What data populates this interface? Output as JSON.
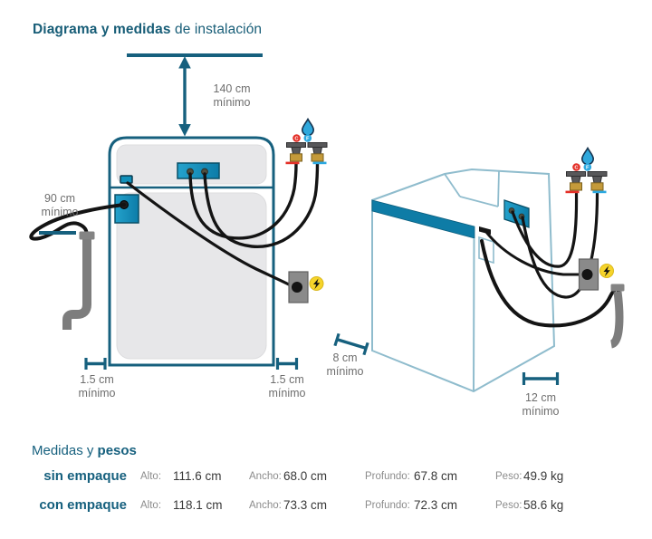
{
  "title": {
    "bold": "Diagrama y medidas",
    "regular": " de instalación"
  },
  "clearances": {
    "top": {
      "value": "140 cm",
      "qualifier": "mínimo"
    },
    "left": {
      "value": "90 cm",
      "qualifier": "mínimo"
    },
    "bottom_left": {
      "value": "1.5 cm",
      "qualifier": "mínimo"
    },
    "bottom_right": {
      "value": "1.5 cm",
      "qualifier": "mínimo"
    },
    "back": {
      "value": "8 cm",
      "qualifier": "mínimo"
    },
    "side": {
      "value": "12 cm",
      "qualifier": "mínimo"
    }
  },
  "faucet_labels": {
    "hot": "C",
    "cold": "F"
  },
  "icons": {
    "water_drop": "droplet",
    "hot_water": "red-dot",
    "cold_water": "blue-dot",
    "electricity": "lightning-bolt",
    "faucets": "hot-cold-valves",
    "drain": "standpipe",
    "outlet": "wall-socket"
  },
  "colors": {
    "teal_dark": "#16607E",
    "title_teal": "#175D77",
    "cyan_panel": "#1193BE",
    "iso_light_blue": "#8FBCCD",
    "band_teal": "#0E7CA6",
    "measure_gray": "#6E6E6E",
    "field_label_gray": "#8C8C8C",
    "value_dark": "#383838",
    "hot_red": "#E43028",
    "cold_blue": "#2BA8E0",
    "power_yellow": "#F6D42A",
    "brass": "#C49A3A",
    "pipe_gray": "#7D7D7D",
    "machine_panel_gray": "#E7E7E9",
    "hose_black": "#141414"
  },
  "table": {
    "heading": {
      "regular": "Medidas y ",
      "bold": "pesos"
    },
    "col_labels": {
      "alto": "Alto:",
      "ancho": "Ancho:",
      "profundo": "Profundo:",
      "peso": "Peso:"
    },
    "rows": [
      {
        "label": "sin empaque",
        "alto": "111.6 cm",
        "ancho": "68.0 cm",
        "profundo": "67.8 cm",
        "peso": "49.9 kg"
      },
      {
        "label": "con empaque",
        "alto": "118.1 cm",
        "ancho": "73.3 cm",
        "profundo": "72.3 cm",
        "peso": "58.6 kg"
      }
    ]
  }
}
